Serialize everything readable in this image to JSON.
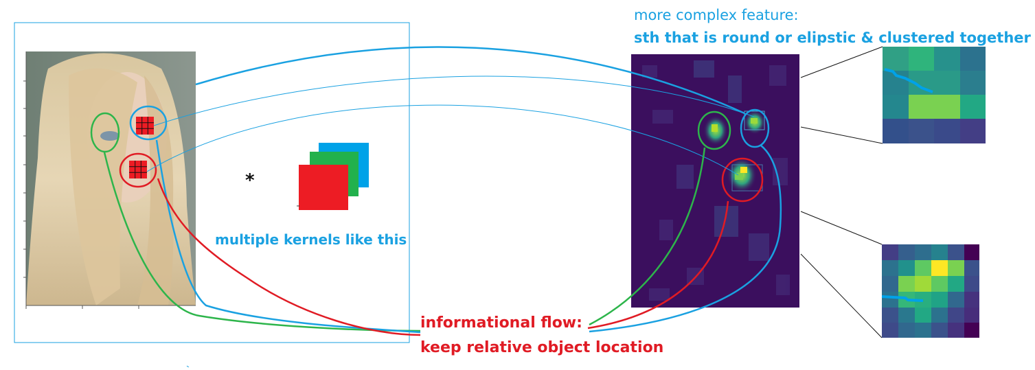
{
  "texts": {
    "title_line1": "more complex feature:",
    "title_line2": "sth that is round or elipstic & clustered together",
    "kernels_label": "multiple kernels like this",
    "flow_line1": "informational flow:",
    "flow_line2": "keep relative object location",
    "convolution_symbol": "*"
  },
  "colors": {
    "blue": "#1aa1e1",
    "green": "#2db54b",
    "red": "#e01b24",
    "feature_map_bg": "#3b0f5e",
    "kernel_red": "#ed1c24",
    "kernel_green": "#22b14c",
    "kernel_blue": "#00a2e8"
  },
  "icons": {
    "input_photo": "portrait-photo-icon",
    "feature_map": "heatmap-icon"
  }
}
